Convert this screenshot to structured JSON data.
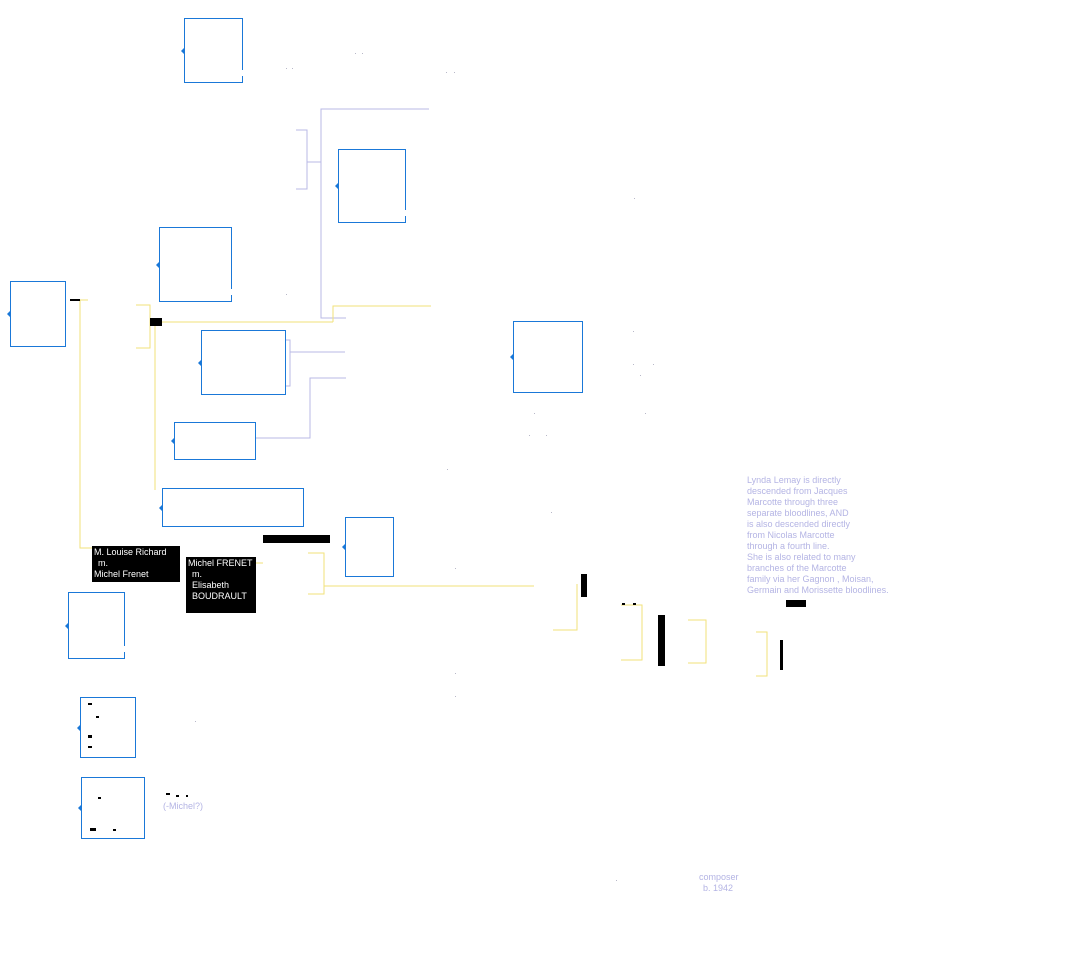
{
  "couples": {
    "louise": {
      "line1": "M. Louise Richard",
      "line2": "m.",
      "line3": "Michel Frenet"
    },
    "frenet": {
      "line1": "Michel FRENET",
      "line2": "m.",
      "line3": "Elisabeth",
      "line4": "BOUDRAULT"
    }
  },
  "note": {
    "lines": [
      "Lynda Lemay is  directly",
      "descended from Jacques",
      "Marcotte through three",
      "separate bloodlines, AND",
      "is also descended directly",
      "from Nicolas Marcotte",
      "through a fourth line.",
      "She is also related to many",
      "branches of the Marcotte",
      "family via her Gagnon , Moisan,",
      "Germain and Morissette bloodlines."
    ]
  },
  "labels": {
    "michel_q": "(-Michel?)",
    "composer": "composer",
    "born": "b. 1942"
  },
  "colors": {
    "box_border": "#1a78d8",
    "connector_yellow": "#f2e27a",
    "connector_lavender": "#b8b8e6",
    "note_text": "#b4b4e4"
  }
}
